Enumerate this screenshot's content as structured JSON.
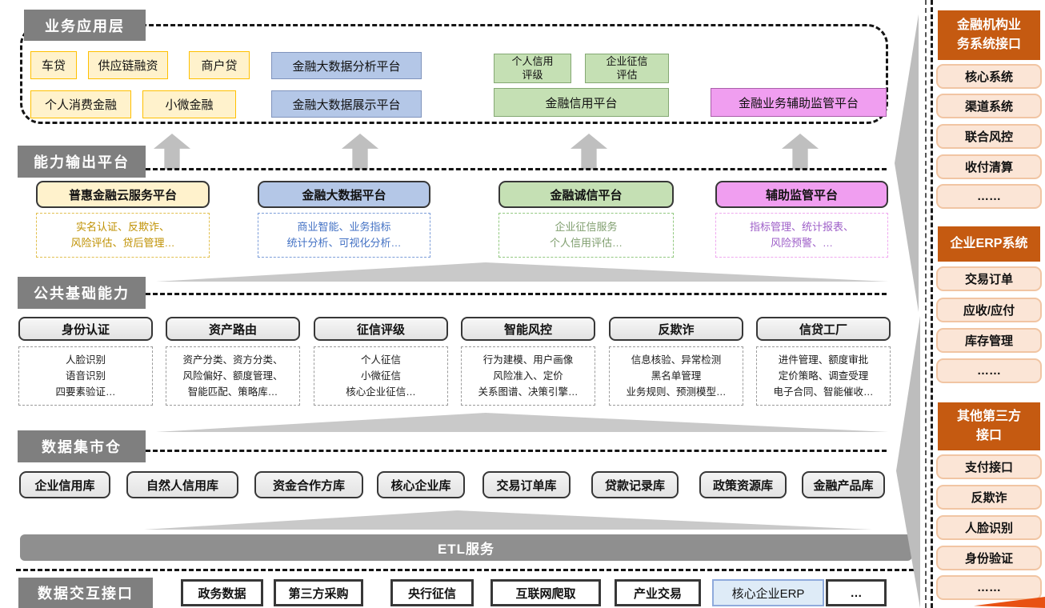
{
  "palette": {
    "layer_header_gray": "#7F7F7F",
    "etl_gray": "#8F8F8F",
    "yellow_fill": "#FFF2CC",
    "yellow_border": "#FFC000",
    "blue_fill": "#B4C7E7",
    "green_fill": "#C5E0B4",
    "pink_fill": "#F09EF0",
    "sidebar_header_orange": "#C55A11",
    "sidebar_item_fill": "#FBE5D6",
    "erp_blue_fill": "#DEEBF7"
  },
  "business_app": {
    "title": "业务应用层",
    "loan_row1": [
      "车贷",
      "供应链融资",
      "商户贷"
    ],
    "loan_row2": [
      "个人消费金融",
      "小微金融"
    ],
    "bigdata_boxes": [
      "金融大数据分析平台",
      "金融大数据展示平台"
    ],
    "credit_boxes": [
      "个人信用\n评级",
      "企业征信\n评估"
    ],
    "credit_platform": "金融信用平台",
    "regtech_platform": "金融业务辅助监管平台"
  },
  "capability_output": {
    "title": "能力输出平台",
    "platforms": [
      {
        "name": "普惠金融云服务平台",
        "details": "实名认证、反欺诈、\n风险评估、贷后管理…"
      },
      {
        "name": "金融大数据平台",
        "details": "商业智能、业务指标\n统计分析、可视化分析…"
      },
      {
        "name": "金融诚信平台",
        "details": "企业征信服务\n个人信用评估…"
      },
      {
        "name": "辅助监管平台",
        "details": "指标管理、统计报表、\n风险预警、…"
      }
    ]
  },
  "common_base": {
    "title": "公共基础能力",
    "capabilities": [
      {
        "name": "身份认证",
        "details": "人脸识别\n语音识别\n四要素验证…"
      },
      {
        "name": "资产路由",
        "details": "资产分类、资方分类、\n风险偏好、额度管理、\n智能匹配、策略库…"
      },
      {
        "name": "征信评级",
        "details": "个人征信\n小微征信\n核心企业征信…"
      },
      {
        "name": "智能风控",
        "details": "行为建模、用户画像\n风险准入、定价\n关系图谱、决策引擎…"
      },
      {
        "name": "反欺诈",
        "details": "信息核验、异常检测\n黑名单管理\n业务规则、预测模型…"
      },
      {
        "name": "信贷工厂",
        "details": "进件管理、额度审批\n定价策略、调查受理\n电子合同、智能催收…"
      }
    ]
  },
  "data_mart": {
    "title": "数据集市仓",
    "databases": [
      "企业信用库",
      "自然人信用库",
      "资金合作方库",
      "核心企业库",
      "交易订单库",
      "贷款记录库",
      "政策资源库",
      "金融产品库"
    ]
  },
  "etl": {
    "label": "ETL服务"
  },
  "data_interface": {
    "title": "数据交互接口",
    "sources": [
      "政务数据",
      "第三方采购",
      "央行征信",
      "互联网爬取",
      "产业交易",
      "核心企业ERP",
      "…"
    ]
  },
  "sidebar": {
    "sections": [
      {
        "title": "金融机构业\n务系统接口",
        "items": [
          "核心系统",
          "渠道系统",
          "联合风控",
          "收付清算",
          "……"
        ]
      },
      {
        "title": "企业ERP系统",
        "items": [
          "交易订单",
          "应收/应付",
          "库存管理",
          "……"
        ]
      },
      {
        "title": "其他第三方\n接口",
        "items": [
          "支付接口",
          "反欺诈",
          "人脸识别",
          "身份验证",
          "……"
        ]
      }
    ]
  }
}
